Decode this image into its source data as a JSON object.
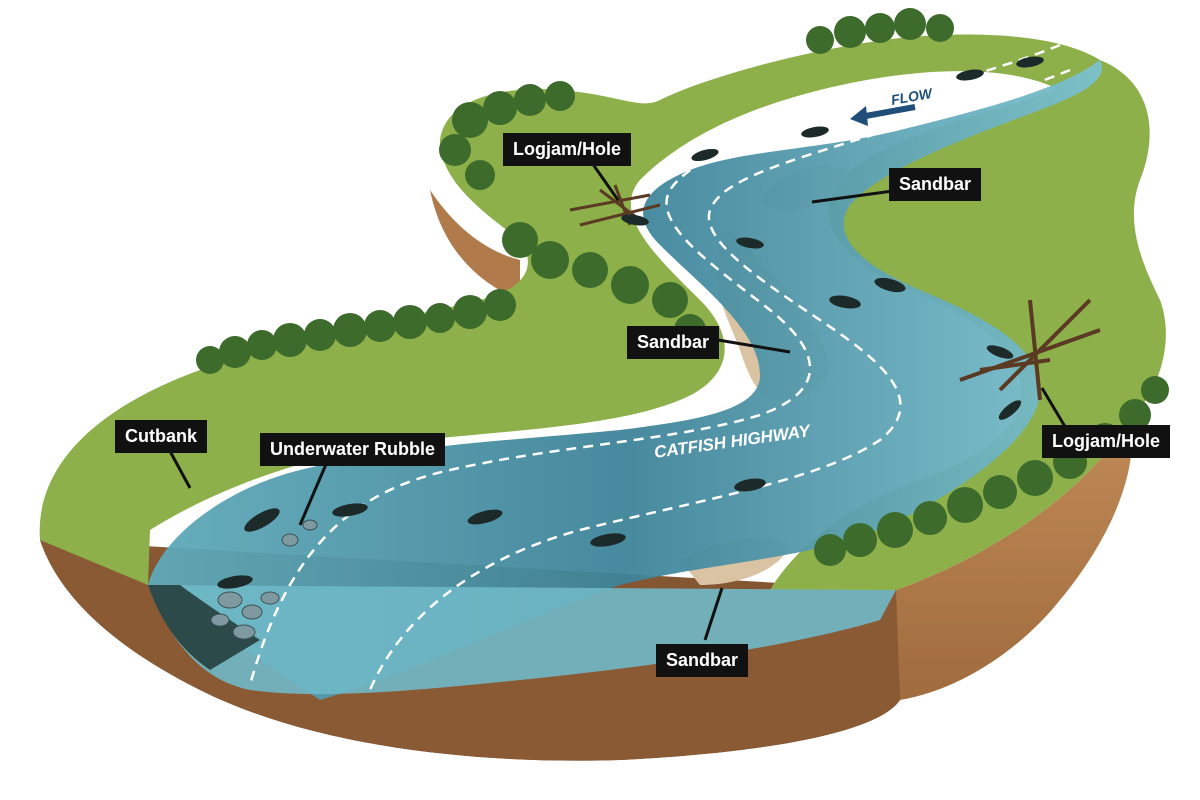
{
  "labels": {
    "logjam_upper": "Logjam/Hole",
    "logjam_lower": "Logjam/Hole",
    "sandbar_right": "Sandbar",
    "sandbar_middle": "Sandbar",
    "sandbar_bottom": "Sandbar",
    "cutbank": "Cutbank",
    "underwater_rubble": "Underwater Rubble",
    "flow": "FLOW",
    "highway": "CATFISH HIGHWAY"
  },
  "colors": {
    "grass": "#8db04a",
    "grass_dark": "#6f9a3a",
    "soil": "#8a5a34",
    "soil_dark": "#5e3a1f",
    "bank_soil": "#b07a4b",
    "water": "#6fb8c6",
    "water_deep": "#2f6f84",
    "sand": "#d9c3a2",
    "trees": "#3d6b2c",
    "trees_dark": "#284d1d",
    "fish": "#1d2a2a",
    "callout_bg": "#111111",
    "callout_text": "#ffffff",
    "flow_text": "#1f4e79",
    "highway_text": "#ffffff"
  }
}
